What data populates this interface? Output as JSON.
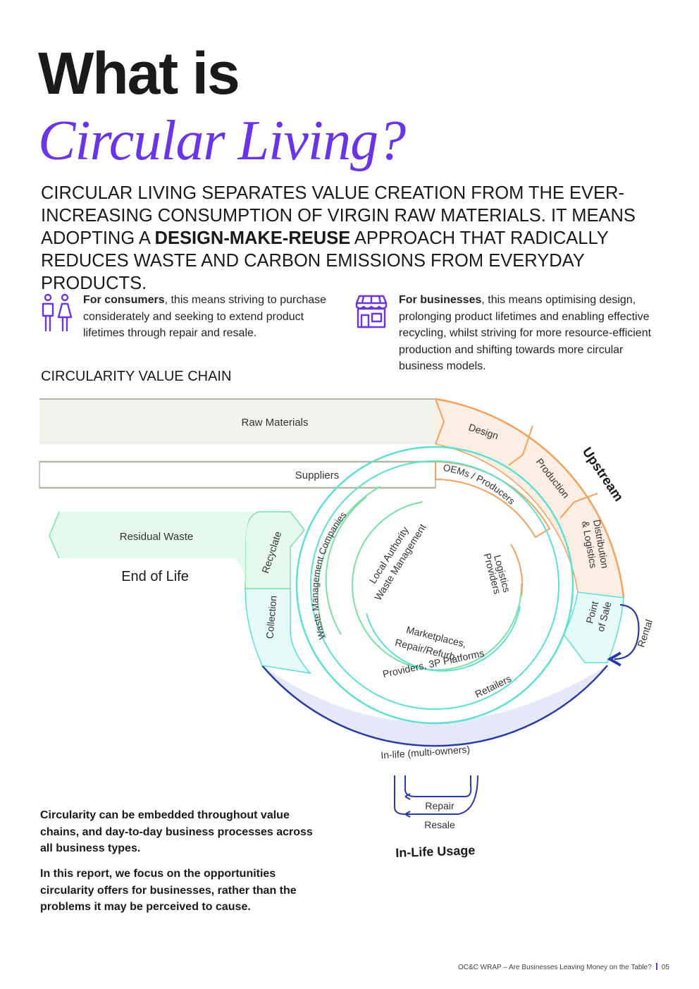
{
  "page": {
    "title_line1": "What is",
    "title_line2": "Circular Living?",
    "intro_part1": "CIRCULAR LIVING SEPARATES VALUE CREATION FROM THE EVER-INCREASING CONSUMPTION OF VIRGIN RAW MATERIALS. IT MEANS ADOPTING A ",
    "intro_bold": "DESIGN-MAKE-REUSE",
    "intro_part2": " APPROACH THAT RADICALLY REDUCES WASTE AND CARBON EMISSIONS FROM EVERYDAY PRODUCTS.",
    "consumers_bold": "For consumers",
    "consumers_text": ", this means striving to purchase considerately and seeking to extend product lifetimes through repair and resale.",
    "businesses_bold": "For businesses",
    "businesses_text": ", this means optimising design, prolonging product lifetimes and enabling effective recycling, whilst striving for more resource-efficient production and shifting towards more circular business models.",
    "chain_title": "CIRCULARITY VALUE CHAIN",
    "bottom_note1": "Circularity can be embedded throughout value chains, and day-to-day business processes across all business types.",
    "bottom_note2": "In this report, we focus on the opportunities circularity offers for businesses, rather than the problems it may be perceived to cause.",
    "footer_text": "OC&C WRAP – Are Businesses Leaving Money on the Table?",
    "footer_page": "05"
  },
  "diagram": {
    "raw_materials": "Raw Materials",
    "suppliers": "Suppliers",
    "residual_waste": "Residual Waste",
    "end_of_life": "End of Life",
    "design": "Design",
    "production": "Production",
    "upstream": "Upstream",
    "distribution_line1": "Distribution",
    "distribution_line2": "& Logistics",
    "point_of_sale_line1": "Point",
    "point_of_sale_line2": "of Sale",
    "rental": "Rental",
    "recyclate": "Recyclate",
    "collection": "Collection",
    "oems": "OEMs / Producers",
    "waste_mgmt_companies": "Waste Management Companies",
    "local_authority_line1": "Local Authority",
    "local_authority_line2": "Waste Management",
    "logistics_line1": "Logistics",
    "logistics_line2": "Providers",
    "marketplaces_line1": "Marketplaces,",
    "marketplaces_line2": "Repair/Refurb",
    "marketplaces_line3": "Providers, 3P Platforms",
    "retailers": "Retailers",
    "in_life": "In-life (multi-owners)",
    "repair": "Repair",
    "resale": "Resale",
    "in_life_usage": "In-Life Usage",
    "colors": {
      "accent_purple": "#6a35e8",
      "orange": "#f4a15d",
      "orange_fill": "#fdeee3",
      "teal": "#5ce0d2",
      "green": "#7be0a6",
      "green_fill": "#e6f9ee",
      "blue_fill": "#e4e8f8",
      "navy": "#2a3aa6",
      "grey_fill": "#f3f3ee",
      "grey_line": "#b6b6a6"
    }
  }
}
